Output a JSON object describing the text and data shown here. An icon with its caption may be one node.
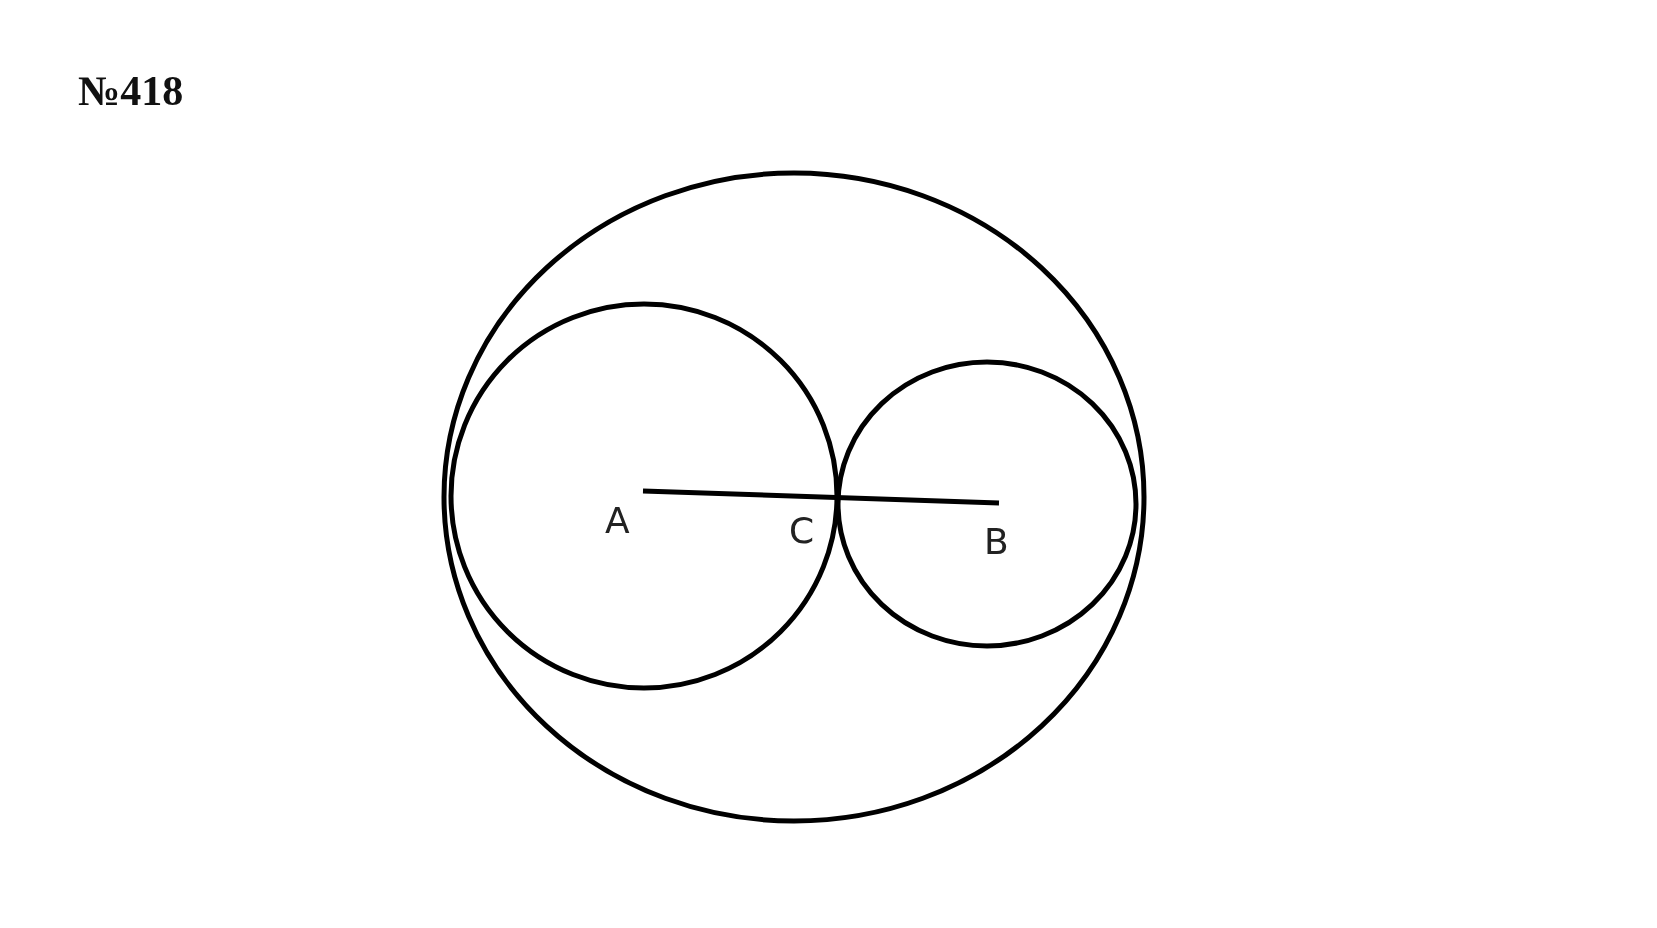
{
  "diagram": {
    "title": "№418",
    "labels": [
      "A",
      "C",
      "B"
    ]
  }
}
